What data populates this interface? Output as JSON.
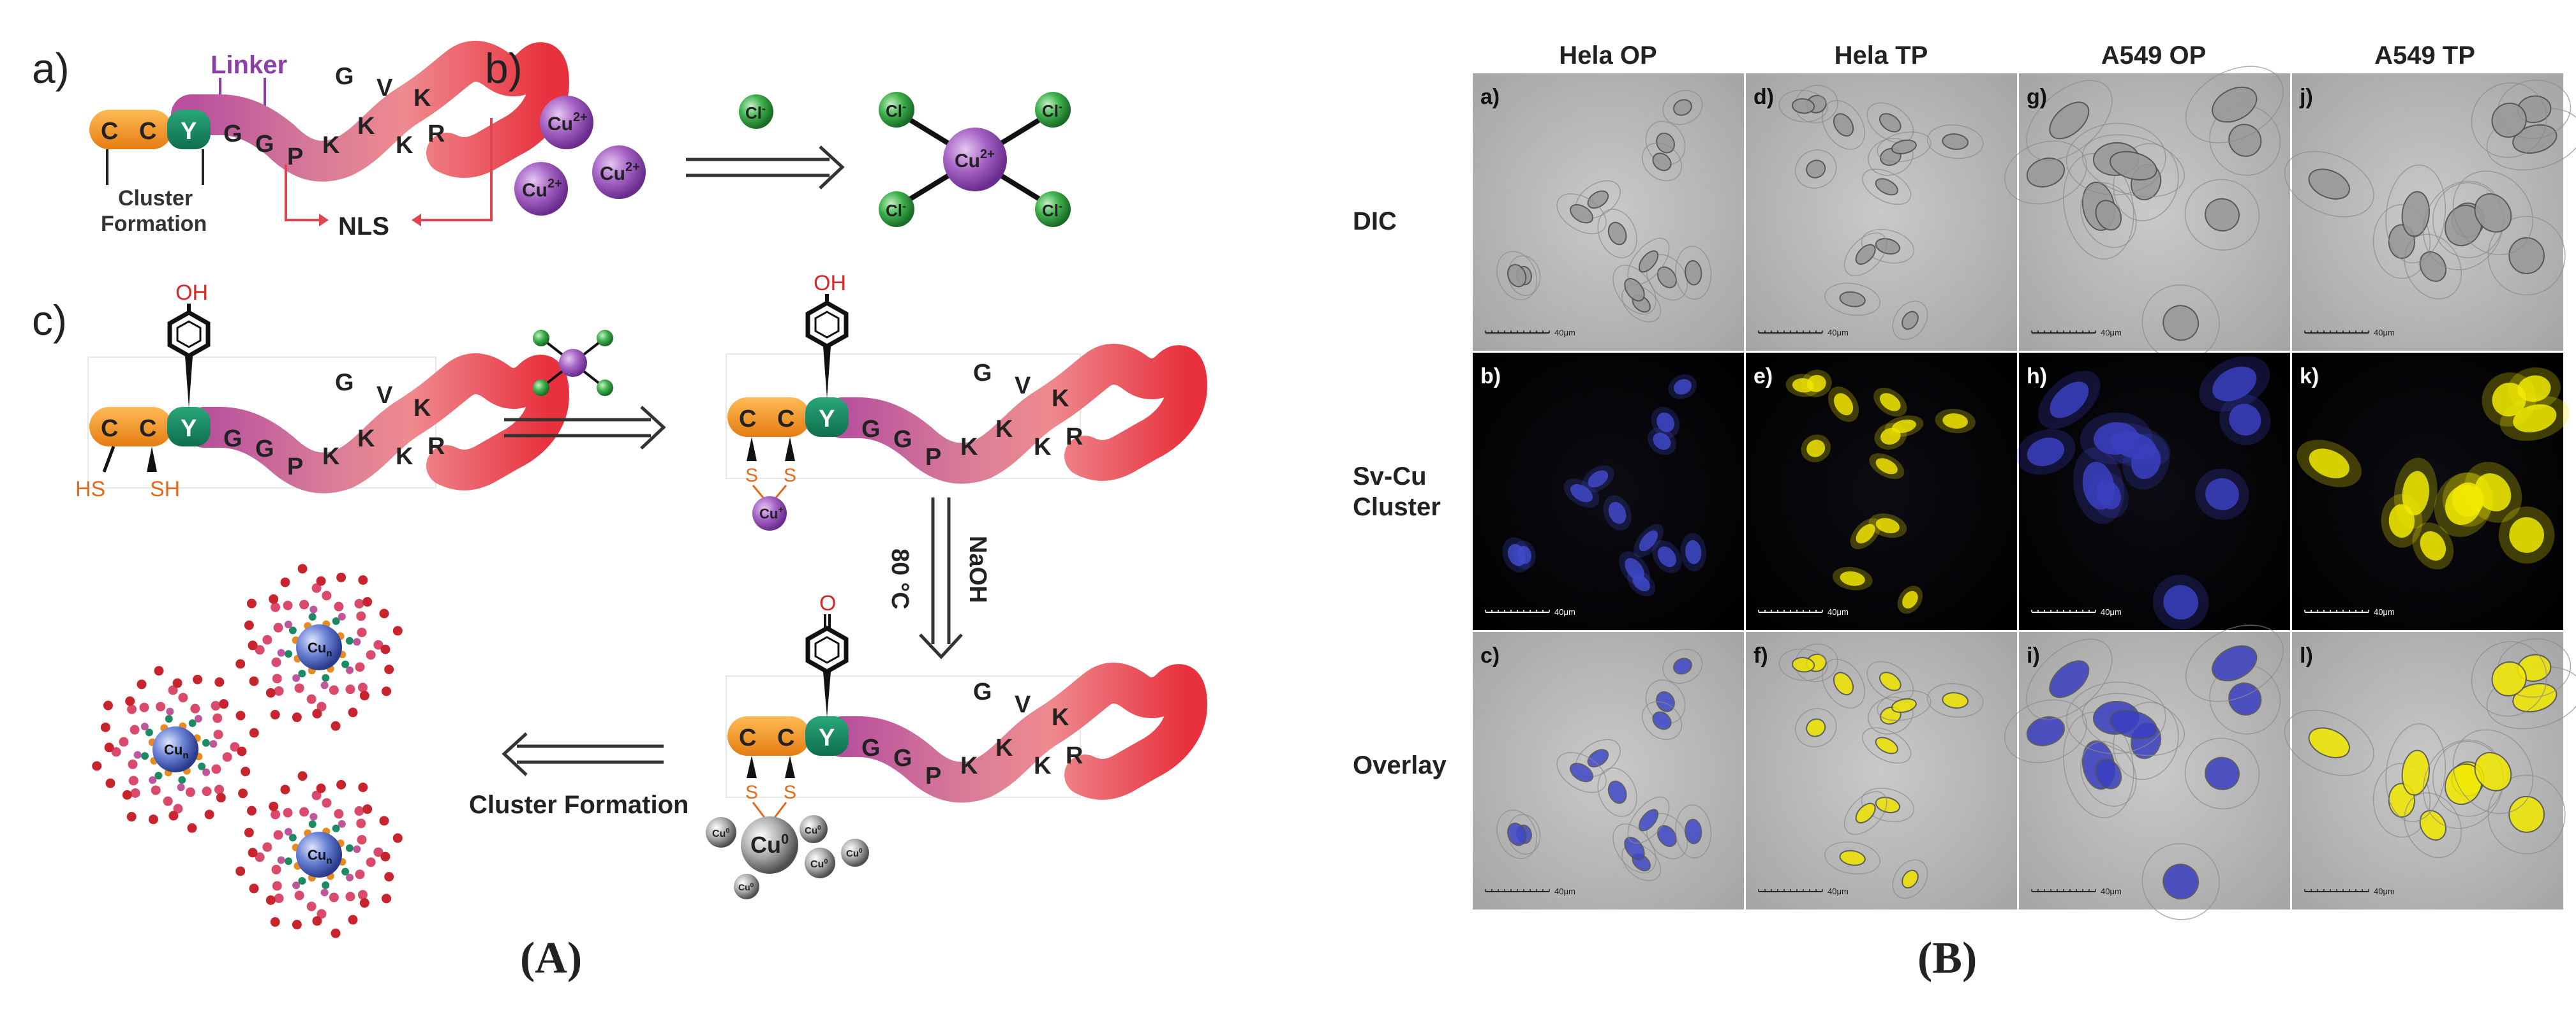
{
  "panel_A": {
    "caption": "(A)",
    "sub_a": {
      "label": "a)",
      "linker_label": "Linker",
      "cluster_formation_label": [
        "Cluster",
        "Formation"
      ],
      "nls_label": "NLS",
      "peptide_residues": [
        "C",
        "C",
        "Y",
        "G",
        "G",
        "P",
        "K",
        "K",
        "K",
        "R",
        "G",
        "V",
        "K"
      ]
    },
    "sub_b": {
      "label": "b)",
      "copper_ion": "Cu",
      "copper_charge": "2+",
      "chloride": "Cl",
      "chloride_charge": "-"
    },
    "sub_c": {
      "label": "c)",
      "oh": "OH",
      "o": "O",
      "hs": "HS",
      "sh": "SH",
      "s": "S",
      "cu_plus": "Cu",
      "cu_plus_charge": "+",
      "cu_zero": "Cu",
      "cu_zero_charge": "0",
      "cu_n": "Cu",
      "cu_n_sub": "n",
      "condition_temp": "80 °C",
      "condition_base": "NaOH",
      "cluster_formation": "Cluster Formation"
    }
  },
  "panel_B": {
    "caption": "(B)",
    "columns": [
      "Hela OP",
      "Hela TP",
      "A549 OP",
      "A549 TP"
    ],
    "rows": [
      "DIC",
      "Sv-Cu\nCluster",
      "Overlay"
    ],
    "row_lines": [
      [
        "DIC"
      ],
      [
        "Sv-Cu",
        "Cluster"
      ],
      [
        "Overlay"
      ]
    ],
    "panel_letters": [
      "a)",
      "d)",
      "g)",
      "j)",
      "b)",
      "e)",
      "h)",
      "k)",
      "c)",
      "f)",
      "i)",
      "l)"
    ],
    "scale_bar_label": "40μm",
    "colors": {
      "hela_op_stain": "#3f49c8",
      "hela_tp_stain": "#f0e400",
      "a549_op_stain": "#3a3fc0",
      "a549_tp_stain": "#f2ea00"
    }
  }
}
